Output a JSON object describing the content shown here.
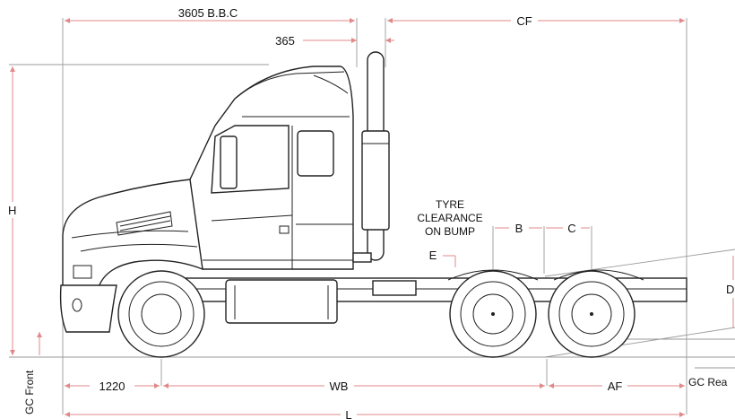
{
  "labels": {
    "bbc": "3605 B.B.C",
    "cf": "CF",
    "d365": "365",
    "h": "H",
    "tyre1": "TYRE",
    "tyre2": "CLEARANCE",
    "tyre3": "ON BUMP",
    "b": "B",
    "c": "C",
    "e": "E",
    "d": "D",
    "d1220": "1220",
    "wb": "WB",
    "af": "AF",
    "gc_front": "GC Front",
    "gc_rear": "GC Rea",
    "l": "L"
  }
}
